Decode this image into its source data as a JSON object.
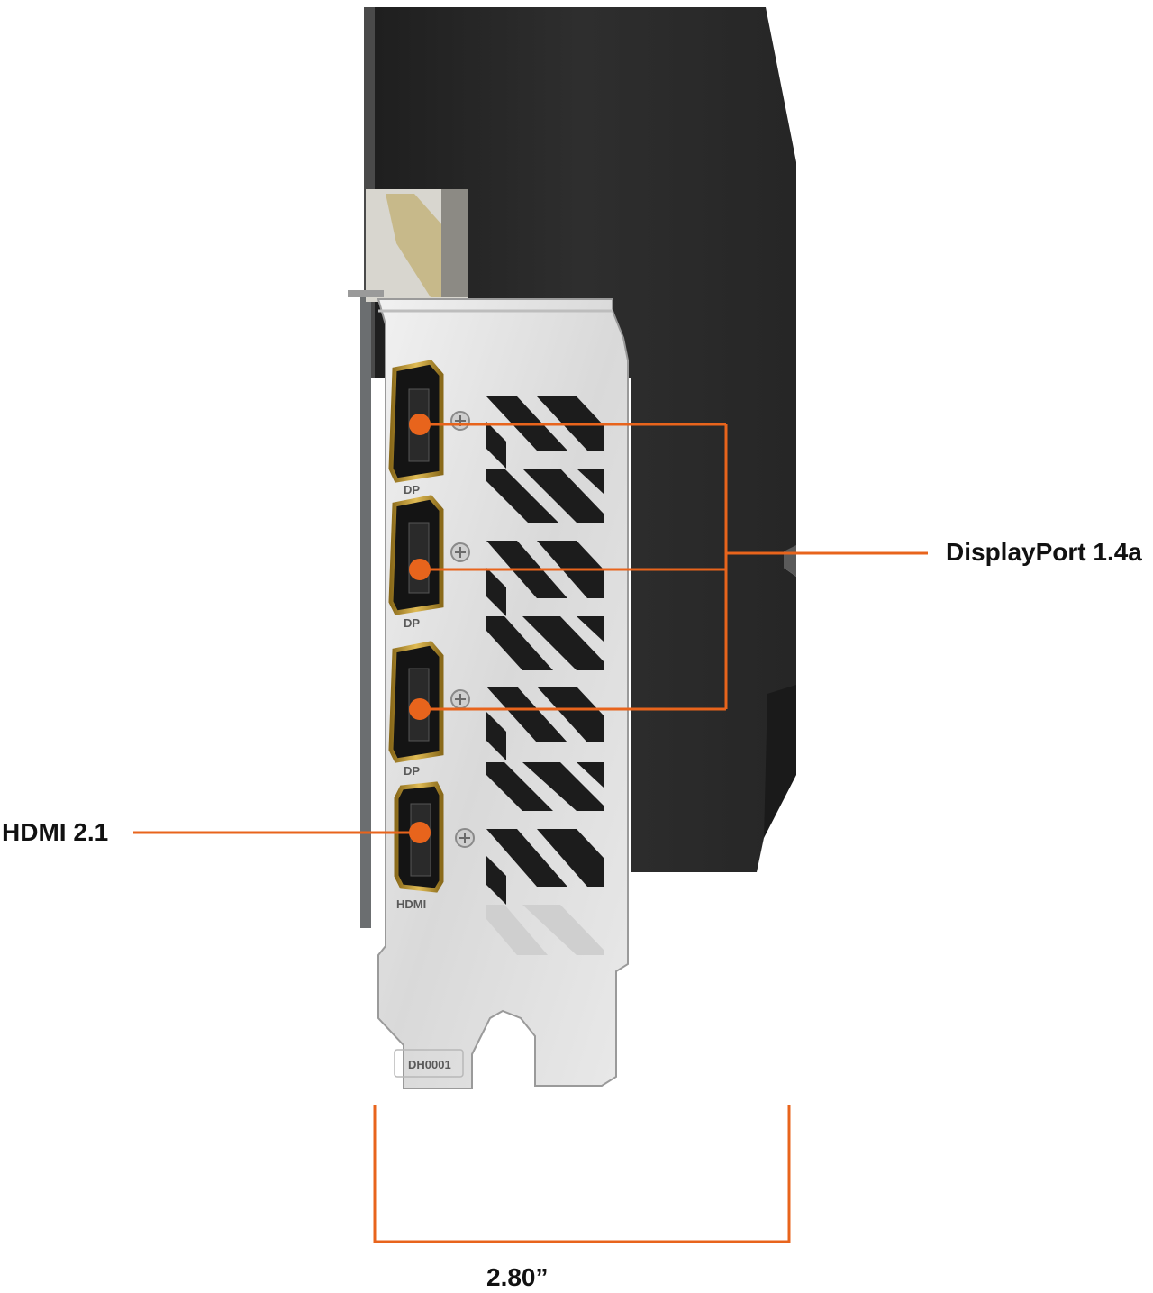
{
  "callouts": {
    "displayport_label": "DisplayPort 1.4a",
    "hdmi_label": "HDMI 2.1",
    "width_label": "2.80”"
  },
  "bracket_markings": {
    "dp_tag": "DP",
    "hdmi_tag": "HDMI",
    "part_code": "DH0001"
  },
  "colors": {
    "accent": "#e8641c",
    "shroud": "#2b2b2b",
    "bracket": "#e2e2e2"
  }
}
